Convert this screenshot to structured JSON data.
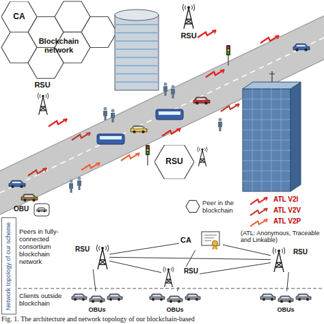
{
  "diagram": {
    "caption": "Fig. 1. The architecture and network topology of our blockchain-based",
    "nodes": [
      {
        "text": [
          "CA"
        ]
      },
      {
        "text": [
          "RSU"
        ]
      },
      {
        "text": [
          "Network topology of our scheme"
        ]
      },
      {
        "text": [
          "CA"
        ]
      },
      {
        "text": [
          "RSU"
        ]
      },
      {
        "text": [
          "RSU"
        ]
      },
      {
        "text": [
          "RSU"
        ]
      },
      {
        "text": [
          "OBUs"
        ]
      },
      {
        "text": [
          "OBUs"
        ]
      },
      {
        "text": [
          "OBUs"
        ]
      }
    ],
    "edges": [
      {
        "from": 4,
        "to": 3,
        "arrow": "none"
      },
      {
        "from": 3,
        "to": 5,
        "arrow": "none"
      },
      {
        "from": 4,
        "to": 5,
        "arrow": "none"
      },
      {
        "from": 3,
        "to": 6,
        "arrow": "none"
      },
      {
        "from": 4,
        "to": 6,
        "arrow": "none"
      },
      {
        "from": 6,
        "to": 5,
        "arrow": "none"
      },
      {
        "from": 4,
        "to": 7,
        "arrow": "none"
      },
      {
        "from": 6,
        "to": 8,
        "arrow": "none"
      },
      {
        "from": 5,
        "to": 9,
        "arrow": "none"
      }
    ],
    "labels": [
      "Blockchain network",
      "RSU",
      "RSU",
      "OBU",
      "(ATL: Anonymous, Traceable and Linkable)",
      "Peers in fully-connected consortium blockchain network",
      "Clients outside blockchain"
    ],
    "legend": [
      {
        "text": "Peer in the blockchain"
      },
      {
        "text": "ATL V2I"
      },
      {
        "text": "ATL V2V"
      },
      {
        "text": "ATL V2P"
      }
    ]
  }
}
